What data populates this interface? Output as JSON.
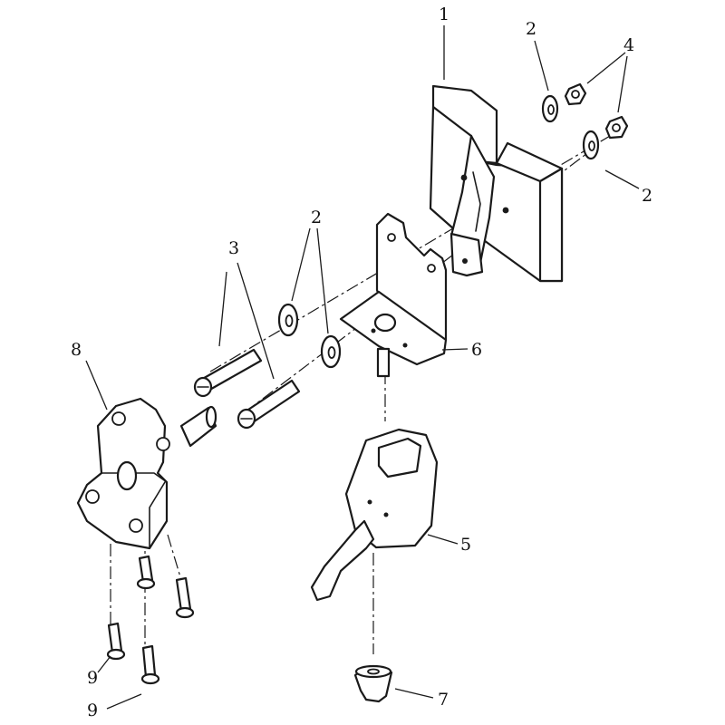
{
  "callouts": {
    "c1": "1",
    "c2a": "2",
    "c2b": "2",
    "c2c": "2",
    "c4": "4",
    "c3": "3",
    "c8": "8",
    "c6": "6",
    "c5": "5",
    "c7": "7",
    "c9a": "9",
    "c9b": "9"
  }
}
